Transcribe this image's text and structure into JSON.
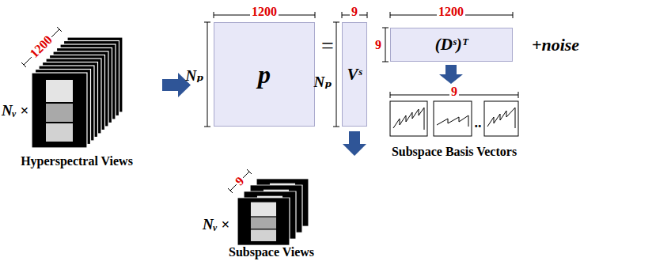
{
  "diagram": {
    "nodes": [
      {
        "text": [
          "p"
        ]
      },
      {
        "text": [
          "Vˢ"
        ]
      },
      {
        "text": [
          "(Dˢ)ᵀ"
        ]
      }
    ],
    "labels": [
      "1200",
      "Nᵥ ×",
      "Hyperspectral Views",
      "1200",
      "Nₚ",
      "=",
      "9",
      "Nₚ",
      "1200",
      "9",
      "+noise",
      "9",
      "..",
      "Subspace Basis Vectors",
      "9",
      "Nᵥ ×",
      "Subspace Views"
    ]
  }
}
